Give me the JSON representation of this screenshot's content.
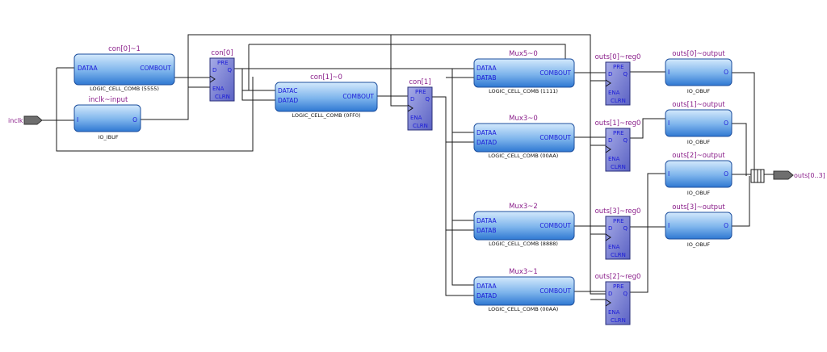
{
  "pins": {
    "input_label": "inclk",
    "output_label": "outs[0..3]"
  },
  "blocks": {
    "con0_1": {
      "title": "con[0]~1",
      "sub": "LOGIC_CELL_COMB (5555)",
      "in1": "DATAA",
      "out": "COMBOUT"
    },
    "inclk_input": {
      "title": "inclk~input",
      "sub": "IO_IBUF",
      "in1": "I",
      "out": "O"
    },
    "con1_0": {
      "title": "con[1]~0",
      "sub": "LOGIC_CELL_COMB (0FF0)",
      "in1": "DATAC",
      "in2": "DATAD",
      "out": "COMBOUT"
    },
    "mux5_0": {
      "title": "Mux5~0",
      "sub": "LOGIC_CELL_COMB (1111)",
      "in1": "DATAA",
      "in2": "DATAB",
      "out": "COMBOUT"
    },
    "mux3_0": {
      "title": "Mux3~0",
      "sub": "LOGIC_CELL_COMB (00AA)",
      "in1": "DATAA",
      "in2": "DATAD",
      "out": "COMBOUT"
    },
    "mux3_2": {
      "title": "Mux3~2",
      "sub": "LOGIC_CELL_COMB (8888)",
      "in1": "DATAA",
      "in2": "DATAB",
      "out": "COMBOUT"
    },
    "mux3_1": {
      "title": "Mux3~1",
      "sub": "LOGIC_CELL_COMB (00AA)",
      "in1": "DATAA",
      "in2": "DATAD",
      "out": "COMBOUT"
    },
    "out0": {
      "title": "outs[0]~output",
      "sub": "IO_OBUF",
      "in1": "I",
      "out": "O"
    },
    "out1": {
      "title": "outs[1]~output",
      "sub": "IO_OBUF",
      "in1": "I",
      "out": "O"
    },
    "out2": {
      "title": "outs[2]~output",
      "sub": "IO_OBUF",
      "in1": "I",
      "out": "O"
    },
    "out3": {
      "title": "outs[3]~output",
      "sub": "IO_OBUF",
      "in1": "I",
      "out": "O"
    }
  },
  "registers": {
    "con0": {
      "title": "con[0]"
    },
    "con1": {
      "title": "con[1]"
    },
    "outs0_reg0": {
      "title": "outs[0]~reg0"
    },
    "outs1_reg0": {
      "title": "outs[1]~reg0"
    },
    "outs3_reg0": {
      "title": "outs[3]~reg0"
    },
    "outs2_reg0": {
      "title": "outs[2]~reg0"
    }
  },
  "reg_ports": {
    "pre": "PRE",
    "d": "D",
    "q": "Q",
    "ena": "ENA",
    "clrn": "CLRN"
  },
  "colors": {
    "block_top": "#cfe6fb",
    "block_bottom": "#3d86dc",
    "register": "#7f86d6",
    "wire": "#1a1a1a",
    "title": "#8a1e8a",
    "port": "#1c1cd8"
  }
}
